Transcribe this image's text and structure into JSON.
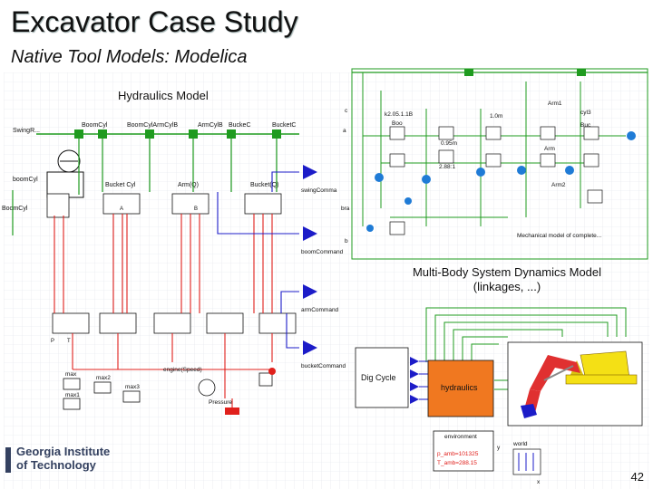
{
  "slide": {
    "title": "Excavator Case Study",
    "subtitle": "Native Tool Models: Modelica",
    "page_number": "42"
  },
  "hydraulics": {
    "label": "Hydraulics Model",
    "top_labels": [
      "SwingR...",
      "BoomCyl",
      "BoomCylArmCylB",
      "ArmCylB",
      "BuckeC",
      "BucketC"
    ],
    "left_labels": [
      "boomCyl",
      "BoomCyl"
    ],
    "mid_labels": [
      "Arm(Q)",
      "Bucket Cyl",
      "Bucket(Q)"
    ],
    "commands": [
      "swingComma",
      "boomCommand",
      "armCommand",
      "bucketCommand"
    ],
    "bottom_labels": [
      "max",
      "max1",
      "max2",
      "max3",
      "engine(Speed)",
      "Pressure"
    ],
    "small_labels": [
      "P",
      "T",
      "A",
      "B"
    ]
  },
  "mechanical": {
    "values": [
      "k2.05.1.1B",
      "0.95m",
      "2.88:1",
      "1.0m"
    ],
    "labels": [
      "Arm1",
      "Arm2",
      "cyl3",
      "Buc",
      "Boo",
      "Arm",
      "Mechanical model of complete...",
      "bra",
      "b",
      "a",
      "c"
    ]
  },
  "mbs": {
    "label_line1": "Multi-Body System Dynamics Model",
    "label_line2": "(linkages, ...)",
    "dig_cycle": "Dig Cycle",
    "hydraulics": "hydraulics",
    "environment": "environment",
    "p_amb": "p_amb=101325",
    "t_amb": "T_amb=288.15",
    "world": "world",
    "axis_y": "y",
    "axis_x": "x"
  },
  "logo": {
    "line1": "Georgia Institute",
    "line2": "of Technology"
  },
  "colors": {
    "red": "#e0201c",
    "green": "#1f9b1f",
    "blue": "#1c1cc8",
    "orange": "#f07820",
    "excavator_yellow": "#f4e015",
    "excavator_red": "#e03030"
  }
}
